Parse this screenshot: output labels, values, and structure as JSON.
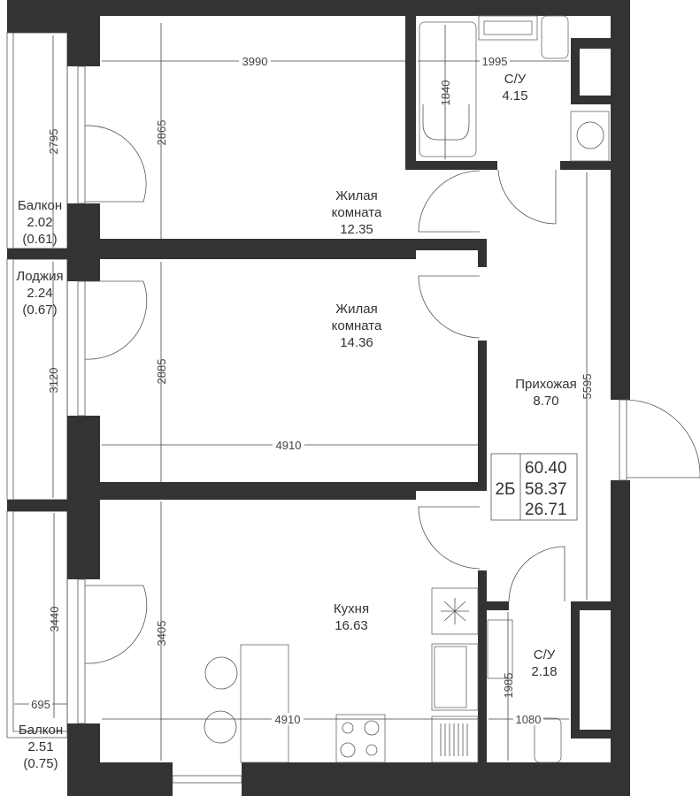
{
  "rooms": {
    "living1": {
      "name1": "Жилая",
      "name2": "комната",
      "area": "12.35"
    },
    "living2": {
      "name1": "Жилая",
      "name2": "комната",
      "area": "14.36"
    },
    "kitchen": {
      "name": "Кухня",
      "area": "16.63"
    },
    "hall": {
      "name": "Прихожая",
      "area": "8.70"
    },
    "bath1": {
      "name": "С/У",
      "area": "4.15"
    },
    "bath2": {
      "name": "С/У",
      "area": "2.18"
    },
    "balcony1": {
      "name": "Балкон",
      "area": "2.02",
      "reduced": "(0.61)"
    },
    "loggia": {
      "name": "Лоджия",
      "area": "2.24",
      "reduced": "(0.67)"
    },
    "balcony2": {
      "name": "Балкон",
      "area": "2.51",
      "reduced": "(0.75)"
    }
  },
  "dimensions": {
    "d3990": "3990",
    "d1995": "1995",
    "d1840": "1840",
    "d2795": "2795",
    "d2865": "2865",
    "d3120": "3120",
    "d2885": "2885",
    "d4910a": "4910",
    "d5595": "5595",
    "d3440": "3440",
    "d3405": "3405",
    "d695": "695",
    "d4910b": "4910",
    "d1985": "1985",
    "d1080": "1080"
  },
  "summary": {
    "type": "2Б",
    "total": "60.40",
    "living_total": "58.37",
    "living": "26.71"
  }
}
